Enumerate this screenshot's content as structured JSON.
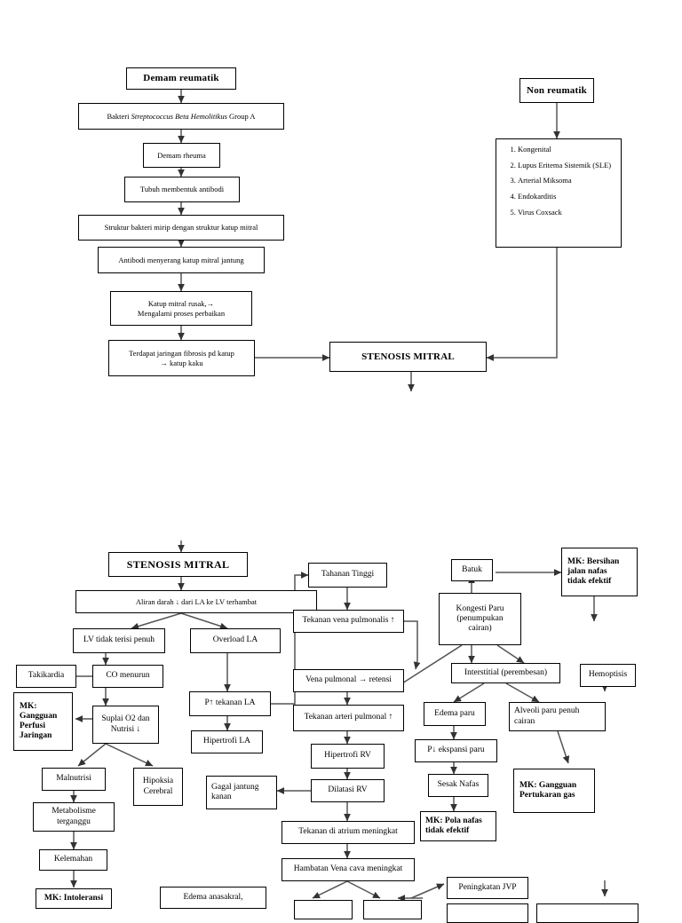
{
  "document": {
    "title": "Stenosis Mitral - Pathway (Pathophysiology Flowchart)",
    "language": "Indonesian"
  },
  "diagram": {
    "type": "flowchart",
    "orientation": "top-down",
    "section_top": {
      "nodes": [
        {
          "id": "demam-reumatik",
          "label": "Demam reumatik",
          "style": "bold"
        },
        {
          "id": "bakteri-strep",
          "label_prefix": "Bakteri ",
          "label_italic": "Streptococcus Beta Hemolitikus",
          "label_suffix": " Group A"
        },
        {
          "id": "demam-rheuma",
          "label": "Demam rheuma"
        },
        {
          "id": "tubuh-antibodi",
          "label": "Tubuh membentuk antibodi"
        },
        {
          "id": "struktur-bakteri",
          "label": "Struktur bakteri mirip dengan struktur katup mitral"
        },
        {
          "id": "antibodi-menyerang",
          "label": "Antibodi menyerang katup mitral jantung"
        },
        {
          "id": "katup-rusak",
          "line1": "Katup mitral rusak,→",
          "line2": "Mengalami proses perbaikan"
        },
        {
          "id": "jaringan-fibrosis",
          "line1": "Terdapat jaringan fibrosis pd katup",
          "line2": "→ katup kaku"
        },
        {
          "id": "non-reumatik",
          "label": "Non reumatik",
          "style": "bold"
        },
        {
          "id": "stenosis-mitral-top",
          "label": "STENOSIS MITRAL",
          "style": "bold"
        }
      ],
      "non_reumatik_causes": [
        "Kongenital",
        "Lupus Eritema Sistemik (SLE)",
        "Arterial Miksoma",
        "Endokarditis",
        "Virus Coxsack"
      ]
    },
    "section_bottom": {
      "nodes": [
        {
          "id": "stenosis-mitral-main",
          "label": "STENOSIS MITRAL"
        },
        {
          "id": "aliran-darah",
          "label": "Aliran darah ↓ dari LA ke LV  terhambat"
        },
        {
          "id": "lv-tidak-terisi",
          "label": "LV tidak terisi penuh"
        },
        {
          "id": "overload-la",
          "label": "Overload LA"
        },
        {
          "id": "takikardia",
          "label": "Takikardia"
        },
        {
          "id": "co-menurun",
          "label": "CO menurun"
        },
        {
          "id": "p-tekanan-la",
          "label": "P↑ tekanan LA"
        },
        {
          "id": "mk-perfusi",
          "line1": "MK:",
          "line2": "Gangguan",
          "line3": "Perfusi",
          "line4": "Jaringan"
        },
        {
          "id": "suplai-o2",
          "line1": "Suplai O2 dan",
          "line2": "Nutrisi ↓"
        },
        {
          "id": "hipertrofi-la",
          "label": "Hipertrofi LA"
        },
        {
          "id": "malnutrisi",
          "label": "Malnutrisi"
        },
        {
          "id": "hipoksia-cerebral",
          "line1": "Hipoksia",
          "line2": "Cerebral"
        },
        {
          "id": "metabolisme",
          "line1": "Metabolisme",
          "line2": "terganggu"
        },
        {
          "id": "kelemahan",
          "label": "Kelemahan"
        },
        {
          "id": "mk-intoleransi",
          "label": "MK: Intoleransi"
        },
        {
          "id": "tahanan-tinggi",
          "label": "Tahanan Tinggi"
        },
        {
          "id": "tekanan-vena-pulmonalis",
          "label": "Tekanan  vena pulmonalis ↑"
        },
        {
          "id": "vena-pulmonal",
          "label": "Vena pulmonal → retensi"
        },
        {
          "id": "tekanan-arteri-pulmonal",
          "label": "Tekanan arteri pulmonal ↑"
        },
        {
          "id": "hipertrofi-rv",
          "label": "Hipertrofi RV"
        },
        {
          "id": "dilatasi-rv",
          "label": "Dilatasi RV"
        },
        {
          "id": "gagal-jantung-kanan",
          "line1": "Gagal jantung",
          "line2": "kanan"
        },
        {
          "id": "tekanan-atrium",
          "label": "Tekanan di atrium meningkat"
        },
        {
          "id": "hambatan-vena-cava",
          "label": "Hambatan Vena cava meningkat"
        },
        {
          "id": "edema-anasakral",
          "label": "Edema anasakral,"
        },
        {
          "id": "batuk",
          "label": "Batuk"
        },
        {
          "id": "kongesti-paru",
          "line1": "Kongesti Paru",
          "line2": "(penumpukan",
          "line3": "cairan)"
        },
        {
          "id": "interstitial",
          "label": "Interstitial (perembesan)"
        },
        {
          "id": "edema-paru",
          "label": "Edema paru"
        },
        {
          "id": "alveoli-penuh",
          "line1": "Alveoli paru penuh",
          "line2": "cairan"
        },
        {
          "id": "p-ekspansi-paru",
          "label": "P↓ ekspansi paru"
        },
        {
          "id": "sesak-nafas",
          "label": "Sesak Nafas"
        },
        {
          "id": "mk-pola-nafas",
          "line1": "MK: Pola nafas",
          "line2": "tidak efektif"
        },
        {
          "id": "mk-pertukaran-gas",
          "line1": "MK: Gangguan",
          "line2": "Pertukaran gas"
        },
        {
          "id": "mk-bersihan",
          "line1": "MK: Bersihan",
          "line2": "jalan nafas",
          "line3": "tidak efektif"
        },
        {
          "id": "hemoptisis",
          "label": "Hemoptisis"
        },
        {
          "id": "peningkatan-jvp",
          "label": "Peningkatan JVP"
        }
      ]
    }
  },
  "colors": {
    "box_border": "#000000",
    "box_fill": "#ffffff",
    "edge": "#444444",
    "page_background": "#ffffff"
  }
}
